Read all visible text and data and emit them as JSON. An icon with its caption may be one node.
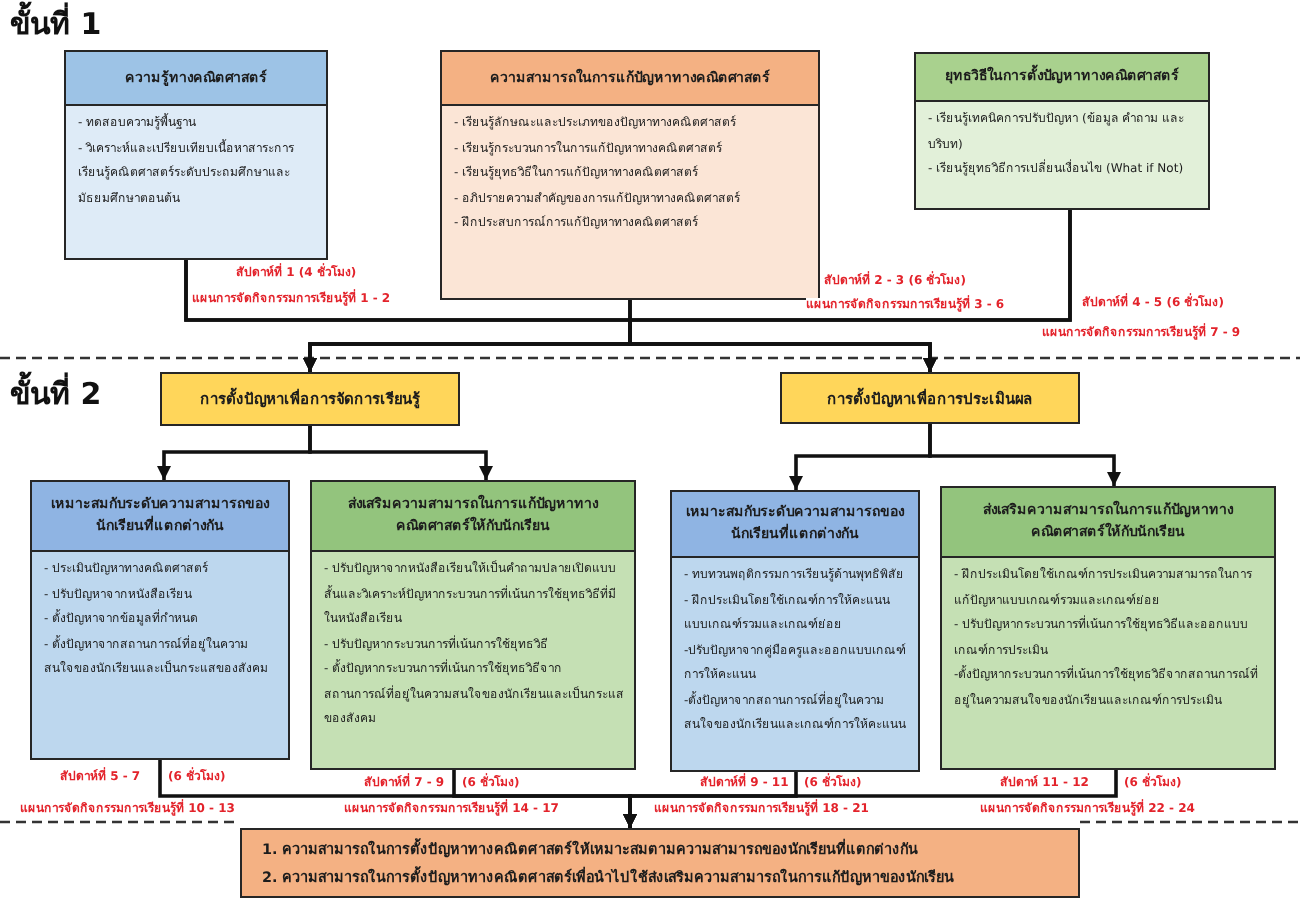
{
  "diagram": {
    "nodes": [
      {
        "text": [
          "ความรู้ทางคณิตศาสตร์",
          "- ทดสอบความรู้พื้นฐาน",
          "- วิเคราะห์และเปรียบเทียบเนื้อหาสาระการเรียนรู้คณิตศาสตร์ระดับประถมศึกษาและมัธยมศึกษาตอนต้น"
        ],
        "beside": [
          "สัปดาห์ที่ 1 (4 ชั่วโมง)",
          "แผนการจัดกิจกรรมการเรียนรู้ที่ 1 - 2"
        ]
      },
      {
        "text": [
          "ความสามารถในการแก้ปัญหาทางคณิตศาสตร์",
          "- เรียนรู้ลักษณะและประเภทของปัญหาทางคณิตศาสตร์",
          "- เรียนรู้กระบวนการในการแก้ปัญหาทางคณิตศาสตร์",
          "- เรียนรู้ยุทธวิธีในการแก้ปัญหาทางคณิตศาสตร์",
          "- อภิปรายความสำคัญของการแก้ปัญหาทางคณิตศาสตร์",
          "- ฝึกประสบการณ์การแก้ปัญหาทางคณิตศาสตร์"
        ],
        "beside": [
          "สัปดาห์ที่ 2 - 3 (6 ชั่วโมง)",
          "แผนการจัดกิจกรรมการเรียนรู้ที่ 3 - 6"
        ]
      },
      {
        "text": [
          "ยุทธวิธีในการตั้งปัญหาทางคณิตศาสตร์",
          "- เรียนรู้เทคนิคการปรับปัญหา (ข้อมูล คำถาม และบริบท)",
          "- เรียนรู้ยุทธวิธีการเปลี่ยนเงื่อนไข (What if Not)"
        ],
        "beside": [
          "สัปดาห์ที่ 4 - 5 (6 ชั่วโมง)",
          "แผนการจัดกิจกรรมการเรียนรู้ที่ 7 - 9"
        ]
      },
      {
        "text": [
          "การตั้งปัญหาเพื่อการจัดการเรียนรู้"
        ]
      },
      {
        "text": [
          "การตั้งปัญหาเพื่อการประเมินผล"
        ]
      },
      {
        "text": [
          "เหมาะสมกับระดับความสามารถของนักเรียนที่แตกต่างกัน",
          "- ประเมินปัญหาทางคณิตศาสตร์",
          "- ปรับปัญหาจากหนังสือเรียน",
          "- ตั้งปัญหาจากข้อมูลที่กำหนด",
          "- ตั้งปัญหาจากสถานการณ์ที่อยู่ในความสนใจของนักเรียนและเป็นกระแสของสังคม"
        ],
        "beside": [
          "สัปดาห์ที่ 5 - 7",
          "(6 ชั่วโมง)",
          "แผนการจัดกิจกรรมการเรียนรู้ที่ 10 - 13"
        ]
      },
      {
        "text": [
          "ส่งเสริมความสามารถในการแก้ปัญหาทางคณิตศาสตร์ให้กับนักเรียน",
          "- ปรับปัญหาจากหนังสือเรียนให้เป็นคำถามปลายเปิดแบบสั้นและวิเคราะห์ปัญหากระบวนการที่เน้นการใช้ยุทธวิธีที่มีในหนังสือเรียน",
          "- ปรับปัญหากระบวนการที่เน้นการใช้ยุทธวิธี",
          "- ตั้งปัญหากระบวนการที่เน้นการใช้ยุทธวิธีจากสถานการณ์ที่อยู่ในความสนใจของนักเรียนและเป็นกระแสของสังคม"
        ],
        "beside": [
          "สัปดาห์ที่ 7 - 9",
          "(6 ชั่วโมง)",
          "แผนการจัดกิจกรรมการเรียนรู้ที่ 14 - 17"
        ]
      },
      {
        "text": [
          "เหมาะสมกับระดับความสามารถของนักเรียนที่แตกต่างกัน",
          "- ทบทวนพฤติกรรมการเรียนรู้ด้านพุทธิพิสัย",
          "- ฝึกประเมินโดยใช้เกณฑ์การให้คะแนนแบบเกณฑ์รวมและเกณฑ์ย่อย",
          "-ปรับปัญหาจากคู่มือครูและออกแบบเกณฑ์การให้คะแนน",
          "-ตั้งปัญหาจากสถานการณ์ที่อยู่ในความสนใจของนักเรียนและเกณฑ์การให้คะแนน"
        ],
        "beside": [
          "สัปดาห์ที่ 9 - 11",
          "(6 ชั่วโมง)",
          "แผนการจัดกิจกรรมการเรียนรู้ที่ 18 - 21"
        ]
      },
      {
        "text": [
          "ส่งเสริมความสามารถในการแก้ปัญหาทางคณิตศาสตร์ให้กับนักเรียน",
          "- ฝึกประเมินโดยใช้เกณฑ์การประเมินความสามารถในการแก้ปัญหาแบบเกณฑ์รวมและเกณฑ์ย่อย",
          "- ปรับปัญหากระบวนการที่เน้นการใช้ยุทธวิธีและออกแบบเกณฑ์การประเมิน",
          "-ตั้งปัญหากระบวนการที่เน้นการใช้ยุทธวิธีจากสถานการณ์ที่อยู่ในความสนใจของนักเรียนและเกณฑ์การประเมิน"
        ],
        "beside": [
          "สัปดาห์ 11 - 12",
          "(6 ชั่วโมง)",
          "แผนการจัดกิจกรรมการเรียนรู้ที่ 22 - 24"
        ]
      },
      {
        "text": [
          "1. ความสามารถในการตั้งปัญหาทางคณิตศาสตร์ให้เหมาะสมตามความสามารถของนักเรียนที่แตกต่างกัน",
          "2. ความสามารถในการตั้งปัญหาทางคณิตศาสตร์เพื่อนำไปใช้ส่งเสริมความสามารถในการแก้ปัญหาของนักเรียน"
        ]
      }
    ],
    "edges": [
      {
        "from": 0,
        "to": 3,
        "arrow": "to"
      },
      {
        "from": 0,
        "to": 4,
        "arrow": "to"
      },
      {
        "from": 1,
        "to": 3,
        "arrow": "to"
      },
      {
        "from": 1,
        "to": 4,
        "arrow": "to"
      },
      {
        "from": 2,
        "to": 3,
        "arrow": "to"
      },
      {
        "from": 2,
        "to": 4,
        "arrow": "to"
      },
      {
        "from": 3,
        "to": 5,
        "arrow": "to"
      },
      {
        "from": 3,
        "to": 6,
        "arrow": "to"
      },
      {
        "from": 4,
        "to": 7,
        "arrow": "to"
      },
      {
        "from": 4,
        "to": 8,
        "arrow": "to"
      },
      {
        "from": 5,
        "to": 9,
        "arrow": "to"
      },
      {
        "from": 6,
        "to": 9,
        "arrow": "to"
      },
      {
        "from": 7,
        "to": 9,
        "arrow": "to"
      },
      {
        "from": 8,
        "to": 9,
        "arrow": "to"
      }
    ],
    "labels": [
      "ขั้นที่ 1",
      "ขั้นที่ 2"
    ]
  }
}
